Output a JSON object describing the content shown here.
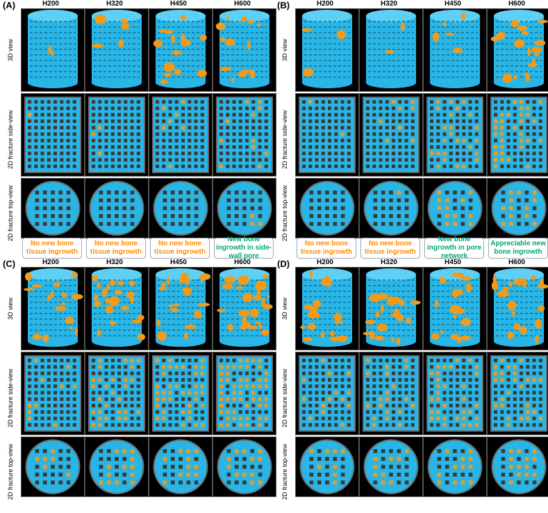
{
  "panels": [
    {
      "letter": "(A)",
      "columns": [
        "H200",
        "H320",
        "H450",
        "H600"
      ],
      "rows": [
        "3D view",
        "2D fracture side-view",
        "2D fracture top-view"
      ],
      "orange_levels": [
        [
          0.05,
          0.12,
          0.35,
          0.32
        ],
        [
          0.02,
          0.05,
          0.08,
          0.03
        ],
        [
          0.0,
          0.0,
          0.05,
          0.12
        ]
      ],
      "notes": [
        {
          "text": "No new bone tissue ingrowth",
          "color": "#ff8c00"
        },
        {
          "text": "No new bone tissue ingrowth",
          "color": "#ff8c00"
        },
        {
          "text": "No new bone tissue ingrowth",
          "color": "#ff8c00"
        },
        {
          "text": "New bone ingrowth in side-wall pore",
          "color": "#00a86b"
        }
      ]
    },
    {
      "letter": "(B)",
      "columns": [
        "H200",
        "H320",
        "H450",
        "H600"
      ],
      "rows": [
        "3D view",
        "2D fracture side-view",
        "2D fracture top-view"
      ],
      "orange_levels": [
        [
          0.08,
          0.05,
          0.12,
          0.45
        ],
        [
          0.02,
          0.04,
          0.25,
          0.35
        ],
        [
          0.0,
          0.05,
          0.3,
          0.55
        ]
      ],
      "notes": [
        {
          "text": "No new bone tissue ingrowth",
          "color": "#ff8c00"
        },
        {
          "text": "No new bone tissue ingrowth",
          "color": "#ff8c00"
        },
        {
          "text": "New bone ingrowth in pore network",
          "color": "#00a86b"
        },
        {
          "text": "Appreciable new bone ingrowth",
          "color": "#00a86b"
        }
      ]
    },
    {
      "letter": "(C)",
      "columns": [
        "H200",
        "H320",
        "H450",
        "H600"
      ],
      "rows": [
        "3D view",
        "2D fracture side-view",
        "2D fracture top-view"
      ],
      "orange_levels": [
        [
          0.4,
          0.55,
          0.5,
          0.6
        ],
        [
          0.1,
          0.3,
          0.4,
          0.6
        ],
        [
          0.3,
          0.45,
          0.5,
          0.55
        ]
      ],
      "notes": []
    },
    {
      "letter": "(D)",
      "columns": [
        "H200",
        "H320",
        "H450",
        "H600"
      ],
      "rows": [
        "3D view",
        "2D fracture side-view",
        "2D fracture top-view"
      ],
      "orange_levels": [
        [
          0.45,
          0.5,
          0.4,
          0.5
        ],
        [
          0.15,
          0.2,
          0.35,
          0.3
        ],
        [
          0.4,
          0.45,
          0.55,
          0.5
        ]
      ],
      "notes": []
    }
  ],
  "colors": {
    "scaffold": "#29b6e6",
    "bone": "#f29a1a",
    "background": "#000000",
    "tissue": "#6b6b6b"
  }
}
